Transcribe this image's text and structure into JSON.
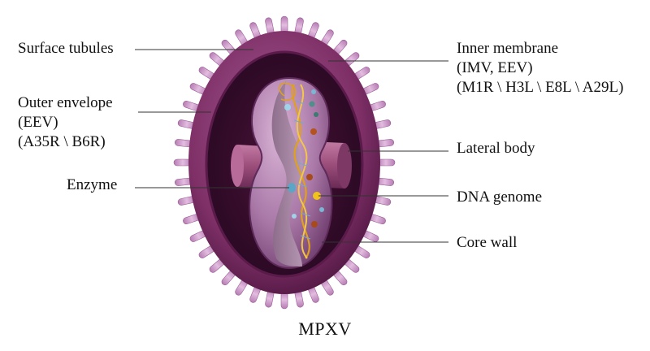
{
  "title": "MPXV",
  "labels": {
    "surface_tubules": "Surface tubules",
    "outer_envelope": [
      "Outer envelope",
      "(EEV)",
      "(A35R \\ B6R)"
    ],
    "enzyme": "Enzyme",
    "inner_membrane": [
      "Inner membrane",
      "(IMV, EEV)",
      "(M1R \\ H3L \\ E8L \\ A29L)"
    ],
    "lateral_body": "Lateral body",
    "dna_genome": "DNA genome",
    "core_wall": "Core wall"
  },
  "colors": {
    "outer_envelope": "#8a3a70",
    "inner_membrane": "#3a0e2e",
    "tubules": "#c98fc4",
    "core": "#b58ab3",
    "lateral_body": "#9b4d7a",
    "dna": "#e0a01c"
  }
}
